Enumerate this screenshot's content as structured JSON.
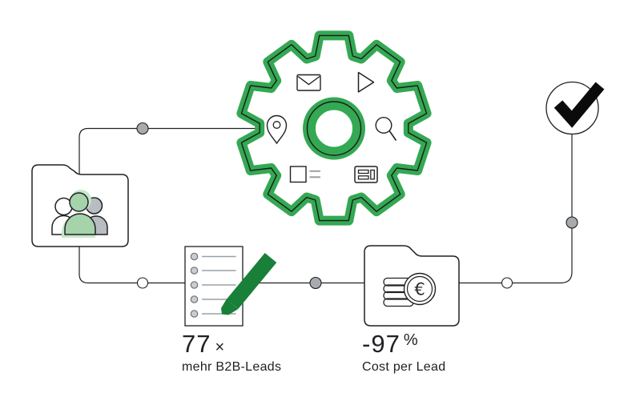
{
  "stats": [
    {
      "id": "leads",
      "value": "77",
      "suffix": "×",
      "label": "mehr B2B-Leads"
    },
    {
      "id": "cost",
      "value": "-97",
      "suffix": "%",
      "label": "Cost per Lead"
    }
  ],
  "coin": {
    "currency_symbol": "€"
  },
  "icons": {
    "left": "audience-folder-icon",
    "center": "gear-cog-icon",
    "center_inner": [
      "envelope-icon",
      "play-icon",
      "location-pin-icon",
      "search-icon",
      "document-lines-icon",
      "display-ad-icon"
    ],
    "top_right": "checkmark-circle-icon",
    "bottom_left": "checklist-pencil-icon",
    "bottom_center": "euro-coins-folder-icon",
    "connector_nodes": {
      "filled": "gray-node",
      "open": "white-node"
    }
  },
  "colors": {
    "gear_green": "#34a853",
    "pencil_green": "#188038",
    "people_green": "#a5d3aa",
    "people_green_light": "#c7e6c9",
    "people_gray": "#b8bdc1",
    "node_gray": "#a8abae",
    "line": "#202124",
    "text": "#202124",
    "background": "#ffffff"
  }
}
